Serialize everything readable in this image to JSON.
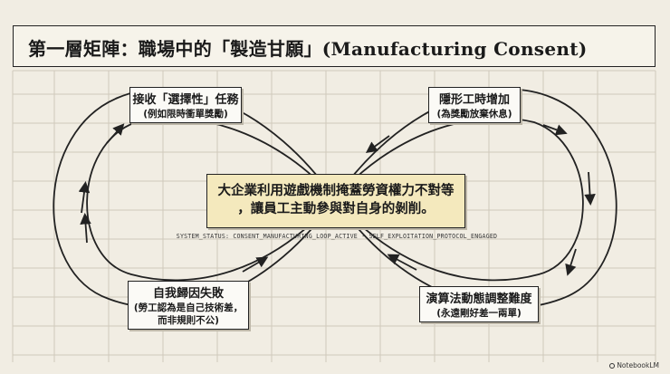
{
  "title": "第一層矩陣：職場中的「製造甘願」(Manufacturing Consent)",
  "nodes": {
    "top_left": {
      "line1": "接收「選擇性」任務",
      "line2": "(例如限時衝單獎勵)"
    },
    "top_right": {
      "line1": "隱形工時增加",
      "line2": "(為獎勵放棄休息)"
    },
    "bottom_left": {
      "line1": "自我歸因失敗",
      "line2": "(勞工認為是自己技術差，",
      "line3": "而非規則不公)"
    },
    "bottom_right": {
      "line1": "演算法動態調整難度",
      "line2": "(永遠剛好差一兩單)"
    }
  },
  "center": {
    "line1": "大企業利用遊戲機制掩蓋勞資權力不對等",
    "line2": "，讓員工主動參與對自身的剝削。"
  },
  "status": "SYSTEM_STATUS: CONSENT_MANUFACTURING_LOOP_ACTIVE - SELF_EXPLOITATION_PROTOCOL_ENGAGED",
  "brand": "NotebookLM",
  "colors": {
    "background": "#f1ede3",
    "grid": "#cfc9bb",
    "ink": "#222222",
    "highlight": "#f4e9bd"
  }
}
